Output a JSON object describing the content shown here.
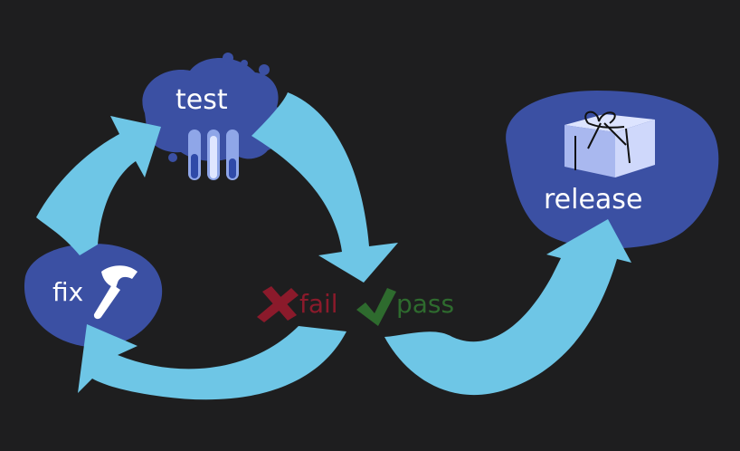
{
  "nodes": {
    "test": {
      "label": "test"
    },
    "fix": {
      "label": "fix"
    },
    "release": {
      "label": "release"
    }
  },
  "outcomes": {
    "fail": {
      "label": "fail",
      "color": "#8b1a2b"
    },
    "pass": {
      "label": "pass",
      "color": "#2e6b2e"
    }
  },
  "colors": {
    "background": "#1e1e1f",
    "blob": "#3b50a3",
    "arrow": "#6ec6e6",
    "label_text": "#ffffff"
  },
  "icons": [
    "test-tubes-icon",
    "hammer-icon",
    "gift-box-icon",
    "cross-icon",
    "check-icon"
  ]
}
